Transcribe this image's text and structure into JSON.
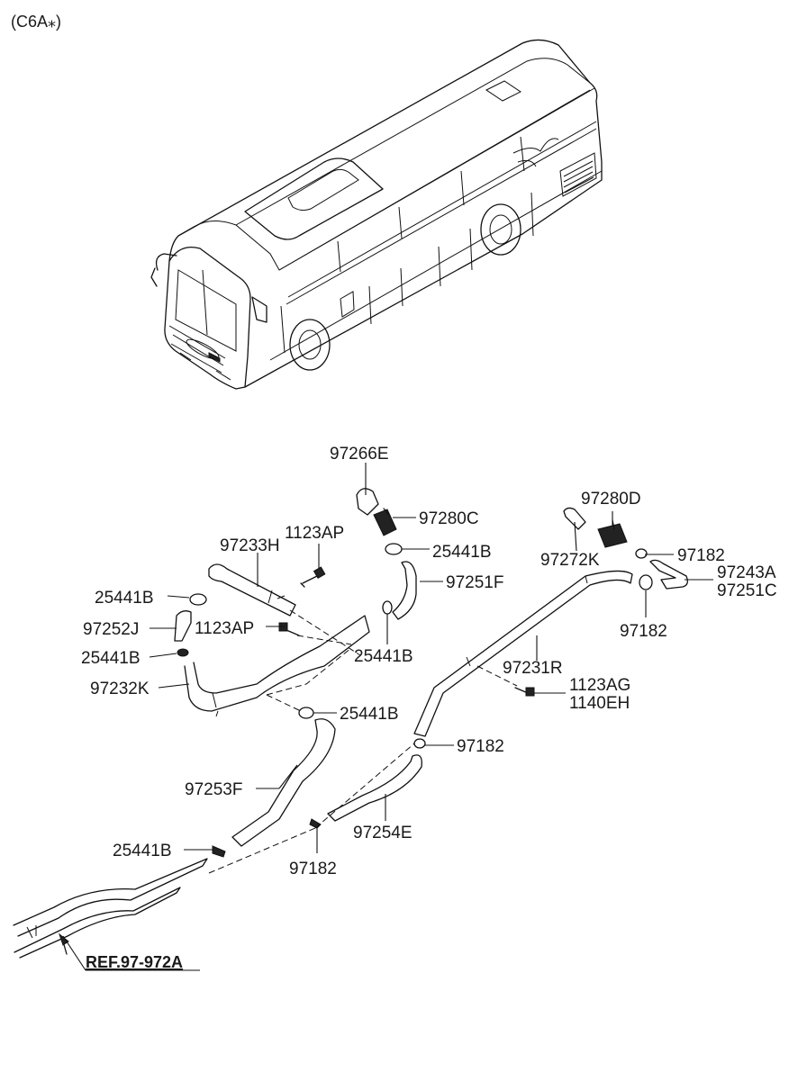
{
  "header": {
    "model_code": "(C6A⁎)"
  },
  "reference": {
    "label": "REF.97-972A"
  },
  "callouts": [
    {
      "id": "c-97266E",
      "text": "97266E"
    },
    {
      "id": "c-97280C",
      "text": "97280C"
    },
    {
      "id": "c-25441B-a",
      "text": "25441B"
    },
    {
      "id": "c-1123AP-a",
      "text": "1123AP"
    },
    {
      "id": "c-97233H",
      "text": "97233H"
    },
    {
      "id": "c-25441B-b",
      "text": "25441B"
    },
    {
      "id": "c-97251F",
      "text": "97251F"
    },
    {
      "id": "c-97252J",
      "text": "97252J"
    },
    {
      "id": "c-1123AP-b",
      "text": "1123AP"
    },
    {
      "id": "c-25441B-c",
      "text": "25441B"
    },
    {
      "id": "c-25441B-d",
      "text": "25441B"
    },
    {
      "id": "c-97232K",
      "text": "97232K"
    },
    {
      "id": "c-25441B-e",
      "text": "25441B"
    },
    {
      "id": "c-97253F",
      "text": "97253F"
    },
    {
      "id": "c-25441B-f",
      "text": "25441B"
    },
    {
      "id": "c-97182-a",
      "text": "97182"
    },
    {
      "id": "c-97254E",
      "text": "97254E"
    },
    {
      "id": "c-97182-b",
      "text": "97182"
    },
    {
      "id": "c-97280D",
      "text": "97280D"
    },
    {
      "id": "c-97272K",
      "text": "97272K"
    },
    {
      "id": "c-97182-c",
      "text": "97182"
    },
    {
      "id": "c-97243A",
      "text": "97243A"
    },
    {
      "id": "c-97251C",
      "text": "97251C"
    },
    {
      "id": "c-97182-d",
      "text": "97182"
    },
    {
      "id": "c-97231R",
      "text": "97231R"
    },
    {
      "id": "c-1123AG",
      "text": "1123AG"
    },
    {
      "id": "c-1140EH",
      "text": "1140EH"
    }
  ]
}
